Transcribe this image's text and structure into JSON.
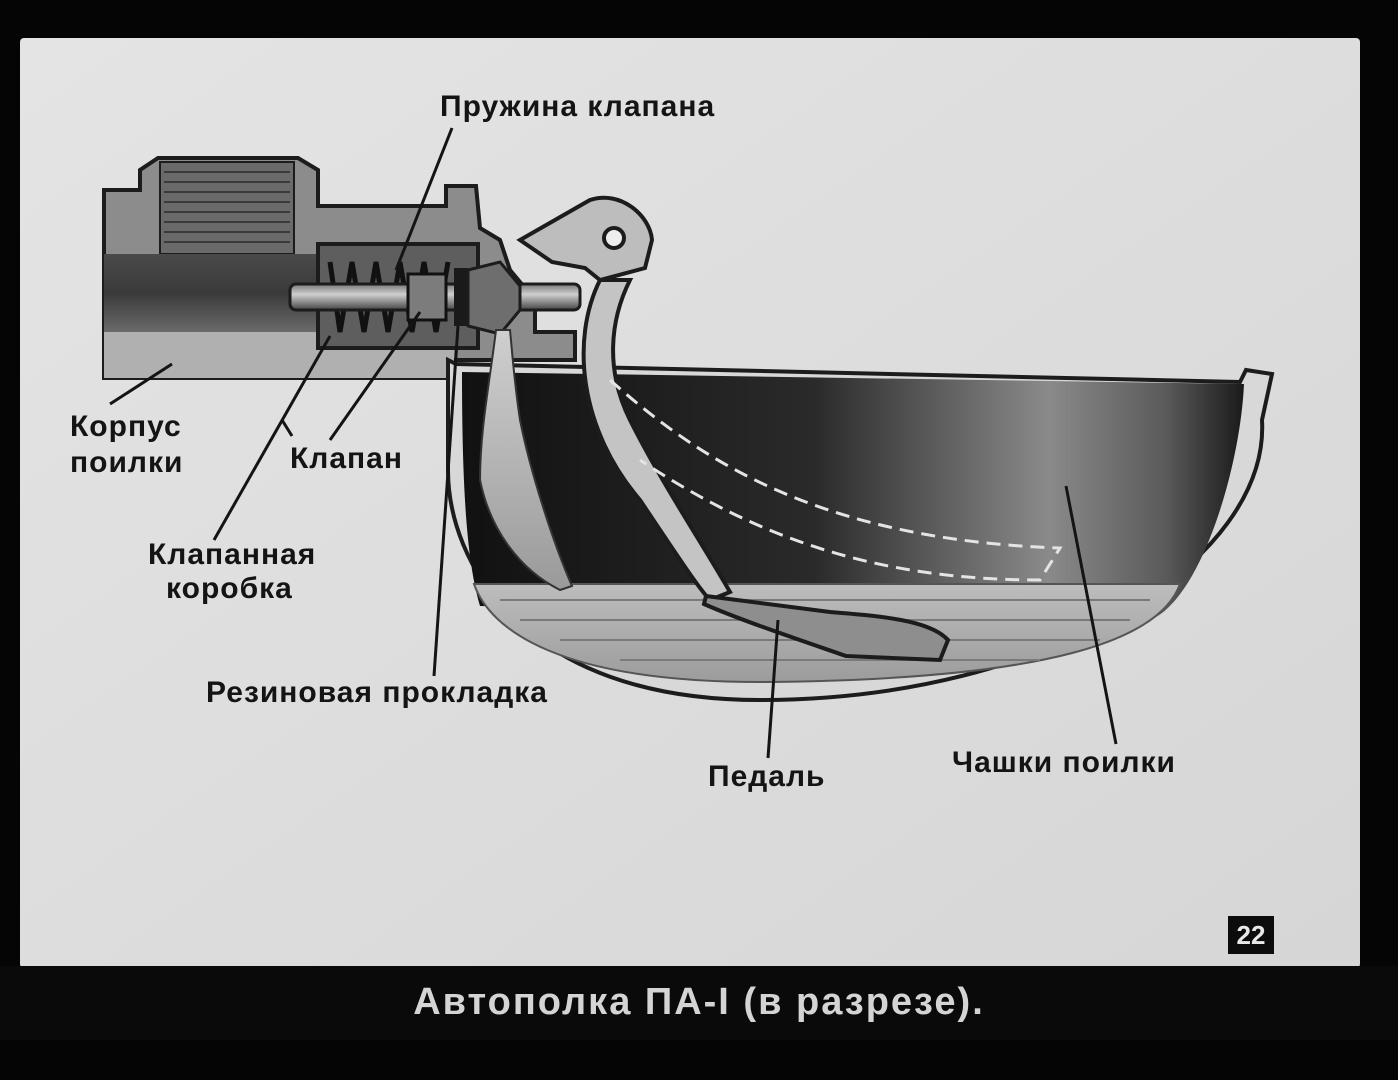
{
  "labels": {
    "valve_spring": "Пружина клапана",
    "body_line1": "Корпус",
    "body_line2": "поилки",
    "valve": "Клапан",
    "valve_box_line1": "Клапанная",
    "valve_box_line2": "коробка",
    "rubber_gasket": "Резиновая прокладка",
    "pedal": "Педаль",
    "bowl": "Чашки поилки"
  },
  "page_number": "22",
  "caption": "Автополка ПА-I (в разрезе)."
}
